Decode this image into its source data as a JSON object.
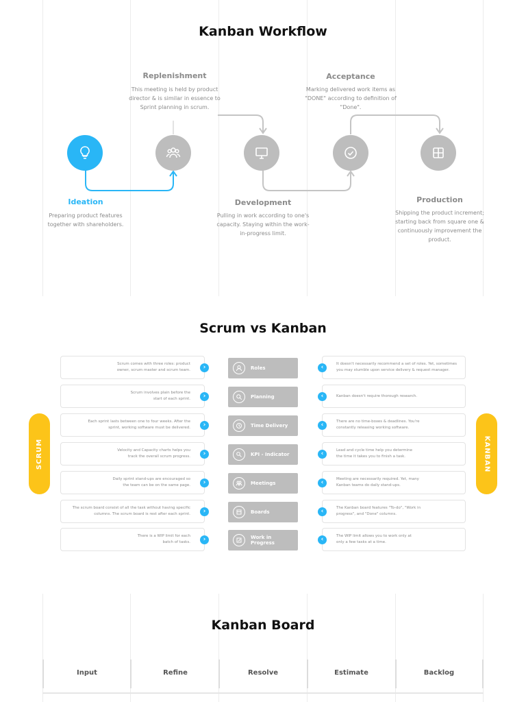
{
  "workflow": {
    "title": "Kanban Workflow",
    "steps": [
      {
        "title": "Ideation",
        "desc": "Preparing product features together with shareholders."
      },
      {
        "title": "Replenishment",
        "desc": "This meeting is held by product director & is similar in essence to Sprint planning in scrum."
      },
      {
        "title": "Development",
        "desc": "Pulling in work according to one's capacity. Staying within the work-in-progress limit."
      },
      {
        "title": "Acceptance",
        "desc": "Marking delivered work items as \"DONE\" according to definition of \"Done\"."
      },
      {
        "title": "Production",
        "desc": "Shipping the product increment; starting back from square one & continuously improvement the product."
      }
    ],
    "icons": [
      "lightbulb-icon",
      "people-icon",
      "monitor-icon",
      "checkmark-icon",
      "grid-icon"
    ],
    "colors": {
      "active": "#29b6f6",
      "inactive": "#bdbdbd"
    }
  },
  "comparison": {
    "title": "Scrum vs Kanban",
    "left_label": "SCRUM",
    "right_label": "KANBAN",
    "accent": "#fcc419",
    "rows": [
      {
        "label": "Roles",
        "icon": "user-icon",
        "scrum": "Scrum comes with three roles: product owner, scrum master and scrum team.",
        "kanban": "It doesn't necessarily recommend a set of roles. Yet, sometimes you may stumble upon service delivery & request manager."
      },
      {
        "label": "Planning",
        "icon": "search-icon",
        "scrum": "Scrum involves plain before the start of each sprint.",
        "kanban": "Kanban doesn't require thorough research."
      },
      {
        "label": "Time Delivery",
        "icon": "clock-icon",
        "scrum": "Each sprint lasts between one to four weeks. After the sprint, working software must be delivered.",
        "kanban": "There are no time-boxes & deadlines. You're constantly releasing working software."
      },
      {
        "label": "KPI - Indicator",
        "icon": "magnifier-icon",
        "scrum": "Velocity and Capacity charts helps you track the overall scrum progress.",
        "kanban": "Lead and cycle time help you determine the time it takes you to finish a task."
      },
      {
        "label": "Meetings",
        "icon": "people-icon",
        "scrum": "Daily sprint stand-ups are encouraged so the team can be on the same page.",
        "kanban": "Meeting are necessarily required. Yet, many Kanban teams do daily stand-ups."
      },
      {
        "label": "Boards",
        "icon": "board-icon",
        "scrum": "The scrum board consist of all the task without having specific columns. The scrum board is rest after each sprint.",
        "kanban": "The Kanban board features \"To-do\", \"Work in progress\", and \"Done\" columns."
      },
      {
        "label": "Work in Progress",
        "icon": "edit-icon",
        "scrum": "There is a WIP limit for each batch of tasks.",
        "kanban": "The WIP limit allows you to work only at only a few tasks at a time."
      }
    ]
  },
  "board": {
    "title": "Kanban Board",
    "columns": [
      "Input",
      "Refine",
      "Resolve",
      "Estimate",
      "Backlog"
    ]
  }
}
